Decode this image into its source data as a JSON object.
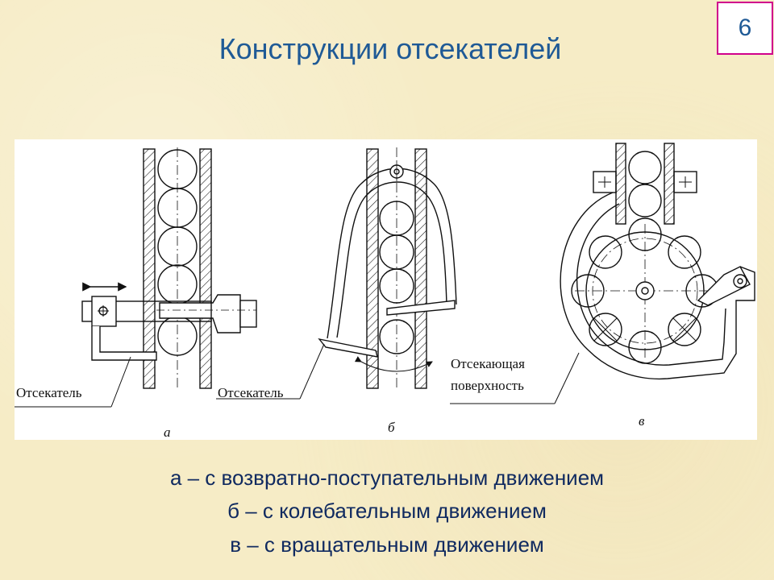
{
  "slide": {
    "page_number": "6",
    "title": "Конструкции отсекателей"
  },
  "diagram": {
    "label_a": "Отсекатель",
    "label_b": "Отсекатель",
    "label_v_line1": "Отсекающая",
    "label_v_line2": "поверхность",
    "letter_a": "а",
    "letter_b": "б",
    "letter_v": "в"
  },
  "captions": {
    "a": "а – с возвратно-поступательным движением",
    "b": "б – с колебательным движением",
    "v": "в – с вращательным движением"
  }
}
